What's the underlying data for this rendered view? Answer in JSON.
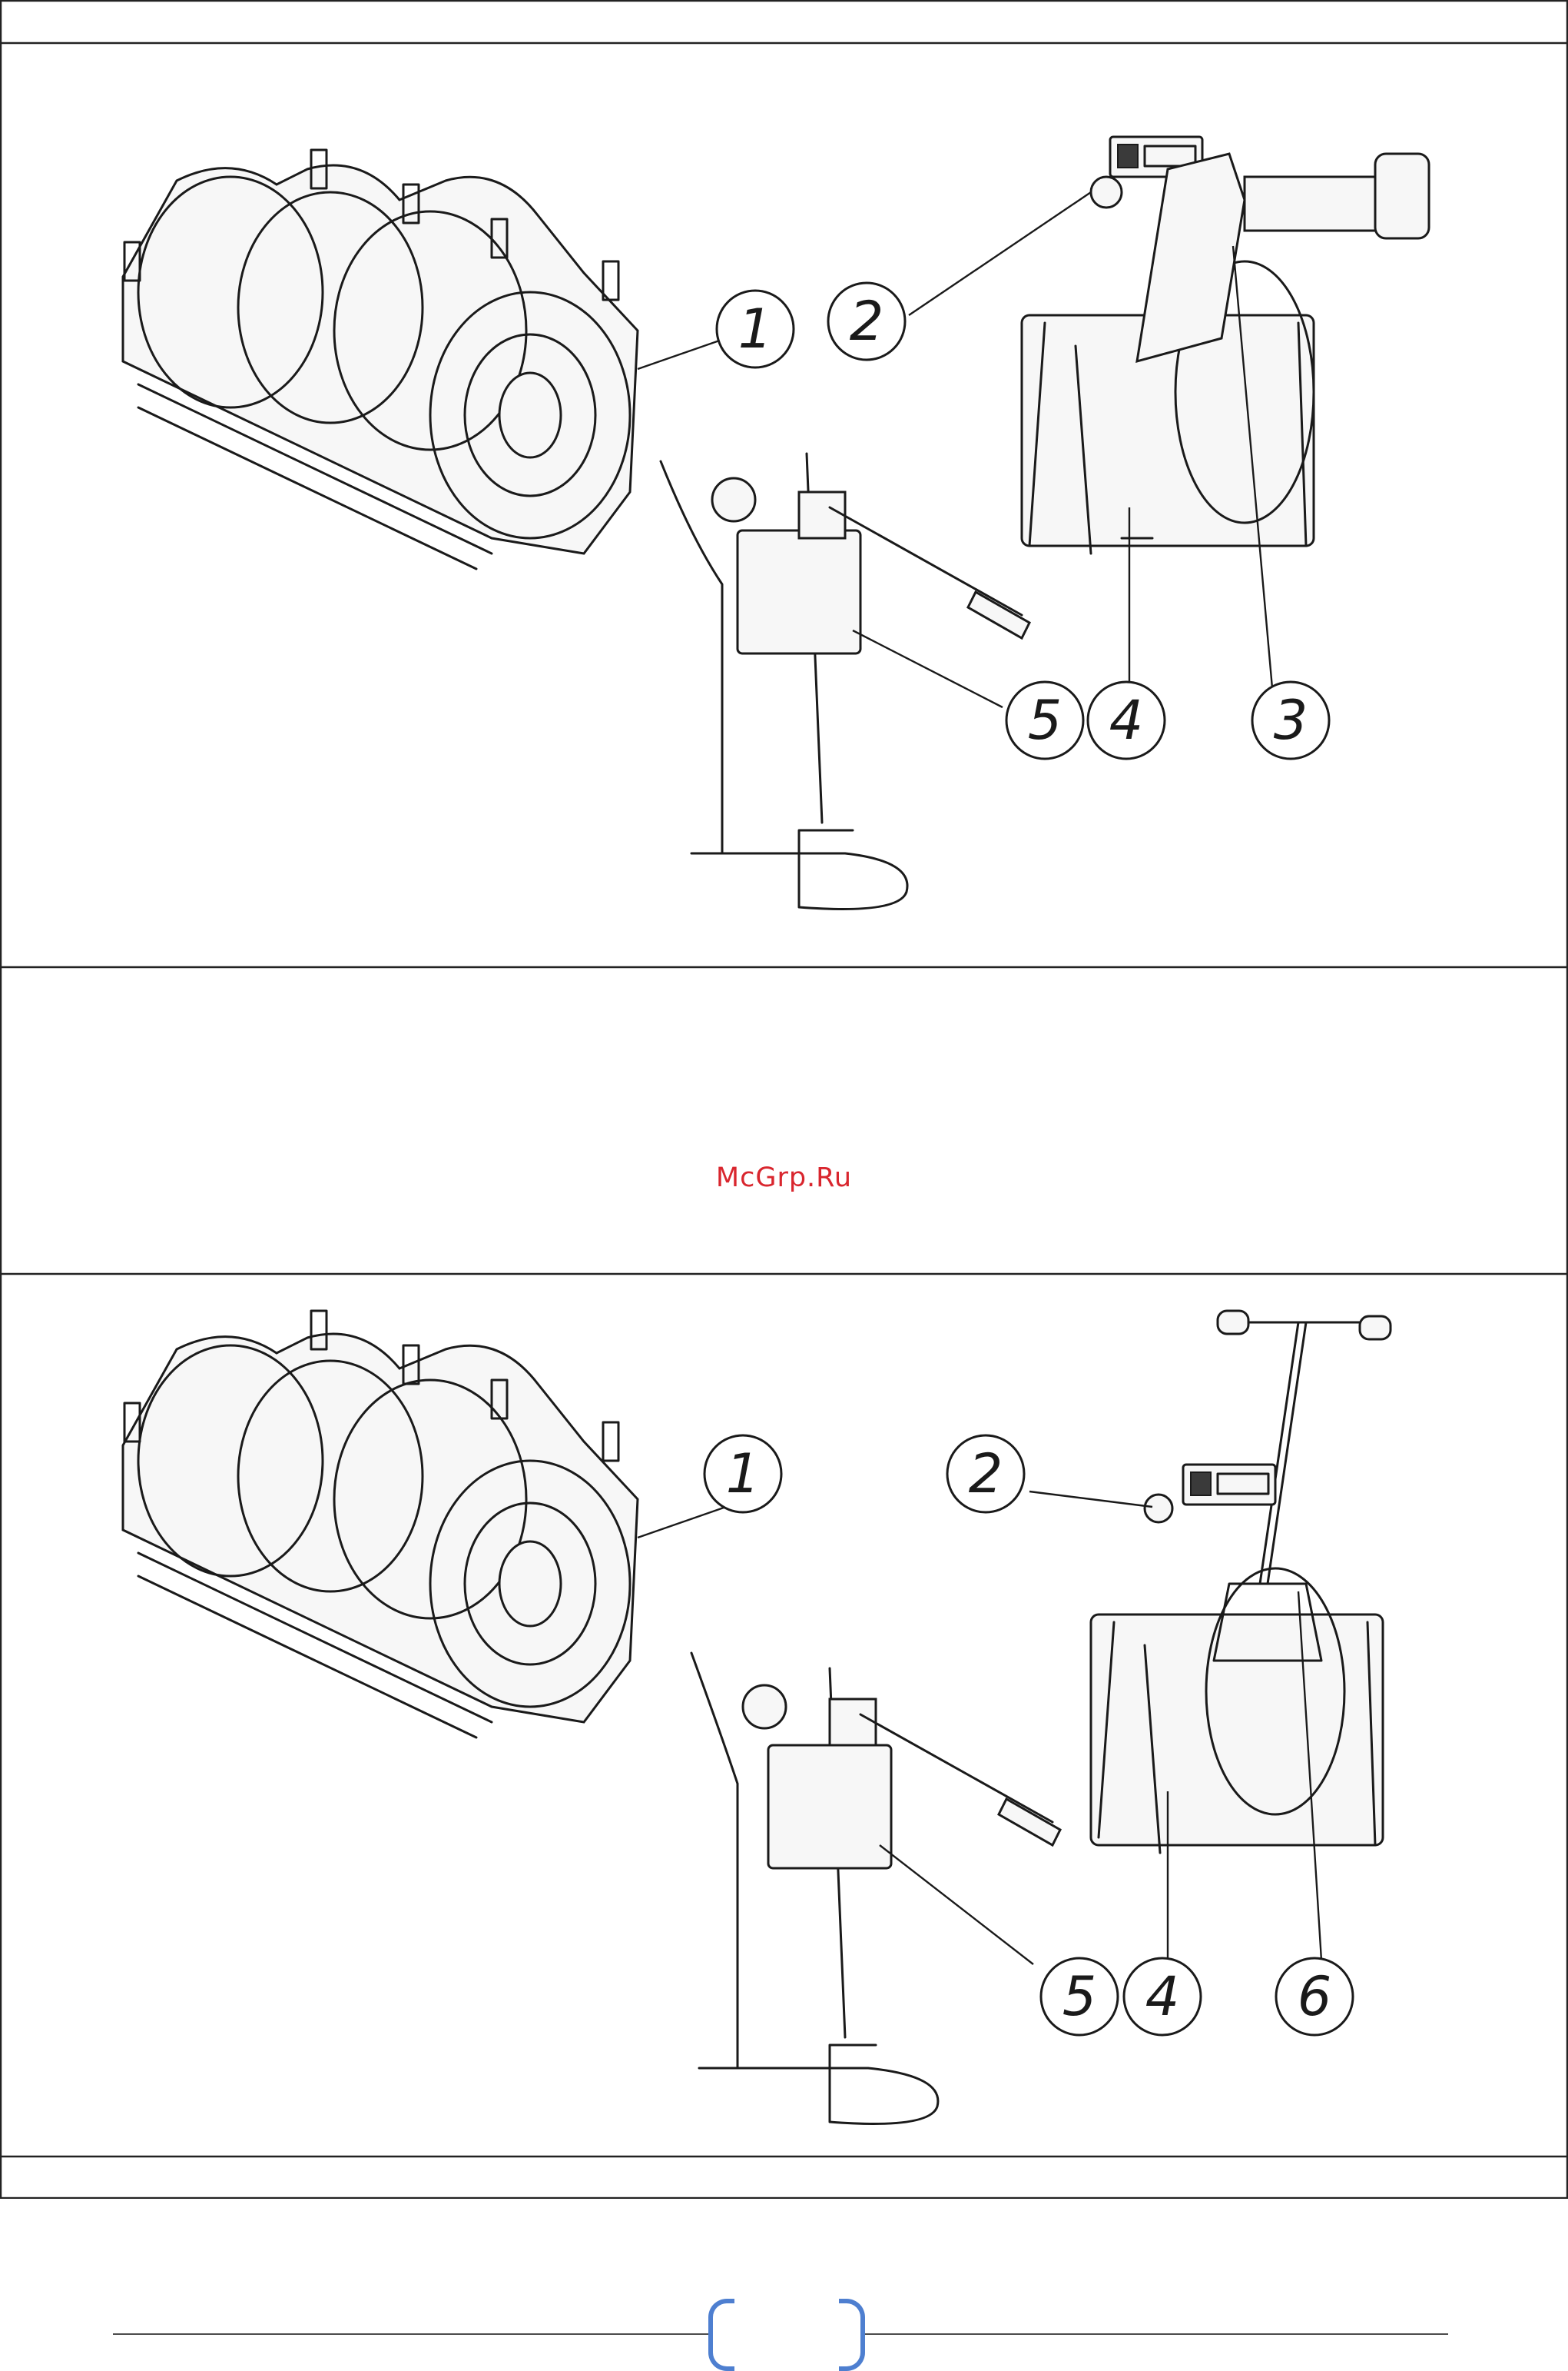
{
  "watermark": {
    "text": "McGrp.Ru",
    "color": "#d9262e"
  },
  "figure_top": {
    "callouts": [
      "1",
      "2",
      "3",
      "4",
      "5"
    ]
  },
  "figure_bottom": {
    "callouts": [
      "1",
      "2",
      "4",
      "5",
      "6"
    ]
  },
  "footer": {
    "page_number": "",
    "accent_color": "#4e7fd0"
  }
}
